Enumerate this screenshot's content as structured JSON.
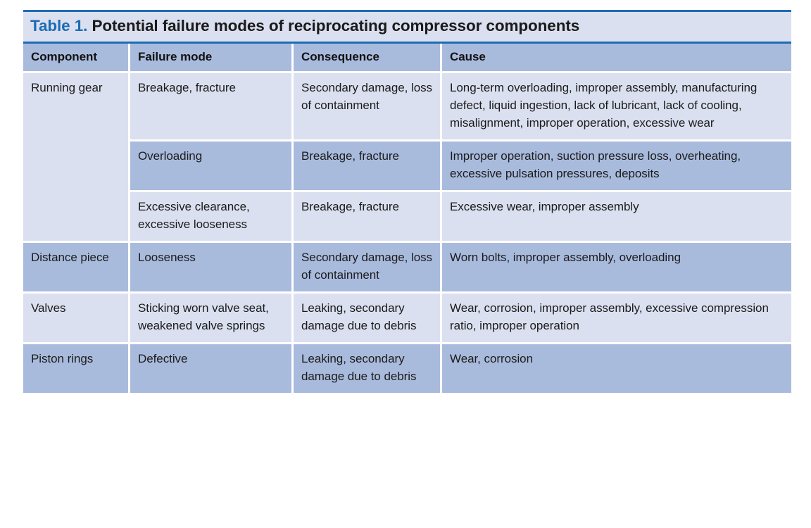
{
  "table": {
    "caption_label": "Table 1.",
    "caption_text": " Potential failure modes of reciprocating compressor components",
    "colors": {
      "accent_blue": "#1c6cb4",
      "band_light": "#dbe0f0",
      "band_dark": "#a9bbdd",
      "text": "#1b1b1b"
    },
    "columns": [
      {
        "key": "component",
        "header": "Component"
      },
      {
        "key": "failure_mode",
        "header": "Failure mode"
      },
      {
        "key": "consequence",
        "header": "Consequence"
      },
      {
        "key": "cause",
        "header": "Cause"
      }
    ],
    "rows": [
      {
        "component": "Running gear",
        "failure_mode": "Breakage, fracture",
        "consequence": "Secondary damage, loss of containment",
        "cause": "Long-term overloading, improper assembly, manufacturing defect, liquid ingestion, lack of lubricant, lack of cooling, misalignment, improper operation, excessive wear",
        "band": "light",
        "component_rowspan": 3
      },
      {
        "component": "",
        "failure_mode": "Overloading",
        "consequence": "Breakage, fracture",
        "cause": "Improper operation, suction pressure loss, overheating, excessive pulsation pressures, deposits",
        "band": "dark"
      },
      {
        "component": "",
        "failure_mode": "Excessive clearance, excessive looseness",
        "consequence": "Breakage, fracture",
        "cause": "Excessive wear, improper assembly",
        "band": "light"
      },
      {
        "component": "Distance piece",
        "failure_mode": "Looseness",
        "consequence": "Secondary damage, loss of containment",
        "cause": "Worn bolts, improper assembly, overloading",
        "band": "dark"
      },
      {
        "component": "Valves",
        "failure_mode": "Sticking worn valve seat, weakened valve springs",
        "consequence": "Leaking, secondary damage due to debris",
        "cause": "Wear, corrosion, improper assembly, excessive compression ratio, improper operation",
        "band": "light"
      },
      {
        "component": "Piston rings",
        "failure_mode": "Defective",
        "consequence": "Leaking, secondary damage due to debris",
        "cause": "Wear, corrosion",
        "band": "dark"
      }
    ]
  }
}
